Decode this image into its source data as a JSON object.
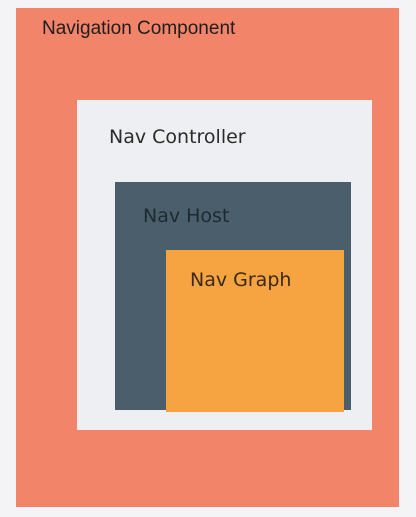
{
  "diagram": {
    "navigation_component": {
      "label": "Navigation Component",
      "color": "#f2846a"
    },
    "nav_controller": {
      "label": "Nav Controller",
      "color": "#eeeff2"
    },
    "nav_host": {
      "label": "Nav Host",
      "color": "#4a5f6b"
    },
    "nav_graph": {
      "label": "Nav Graph",
      "color": "#f6a342"
    }
  }
}
